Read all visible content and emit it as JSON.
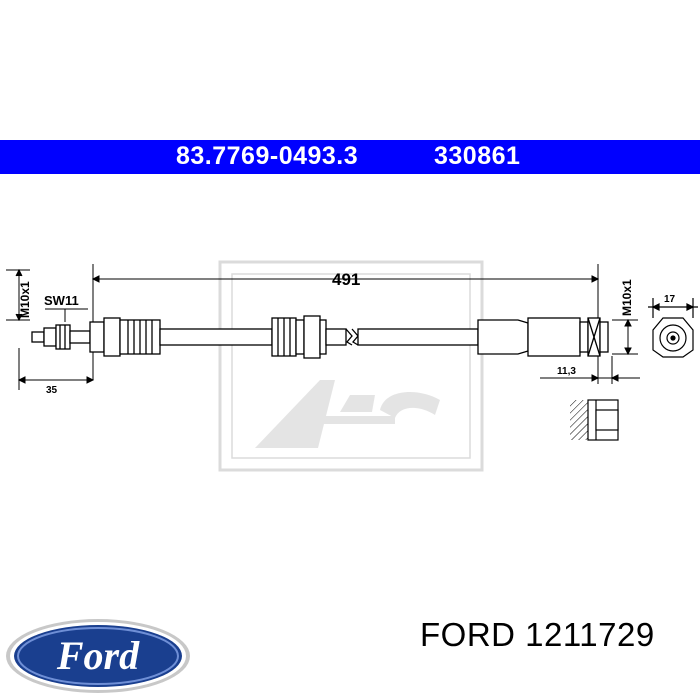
{
  "header": {
    "part_number": "83.7769-0493.3",
    "reference_number": "330861",
    "background_color": "#0000ff",
    "text_color": "#ffffff"
  },
  "drawing": {
    "length_label": "491",
    "thread_left_label": "M10x1",
    "thread_right_label": "M10x1",
    "wrench_size_label": "SW11",
    "left_fitting_length_label": "35",
    "right_fitting_length_label": "11,3",
    "end_width_label": "17",
    "watermark_logo": "ate-logo"
  },
  "footer": {
    "brand_logo": "ford-oval-logo",
    "brand_logo_text": "Ford",
    "caption": "FORD 1211729",
    "logo_color": "#1a3f8f"
  }
}
